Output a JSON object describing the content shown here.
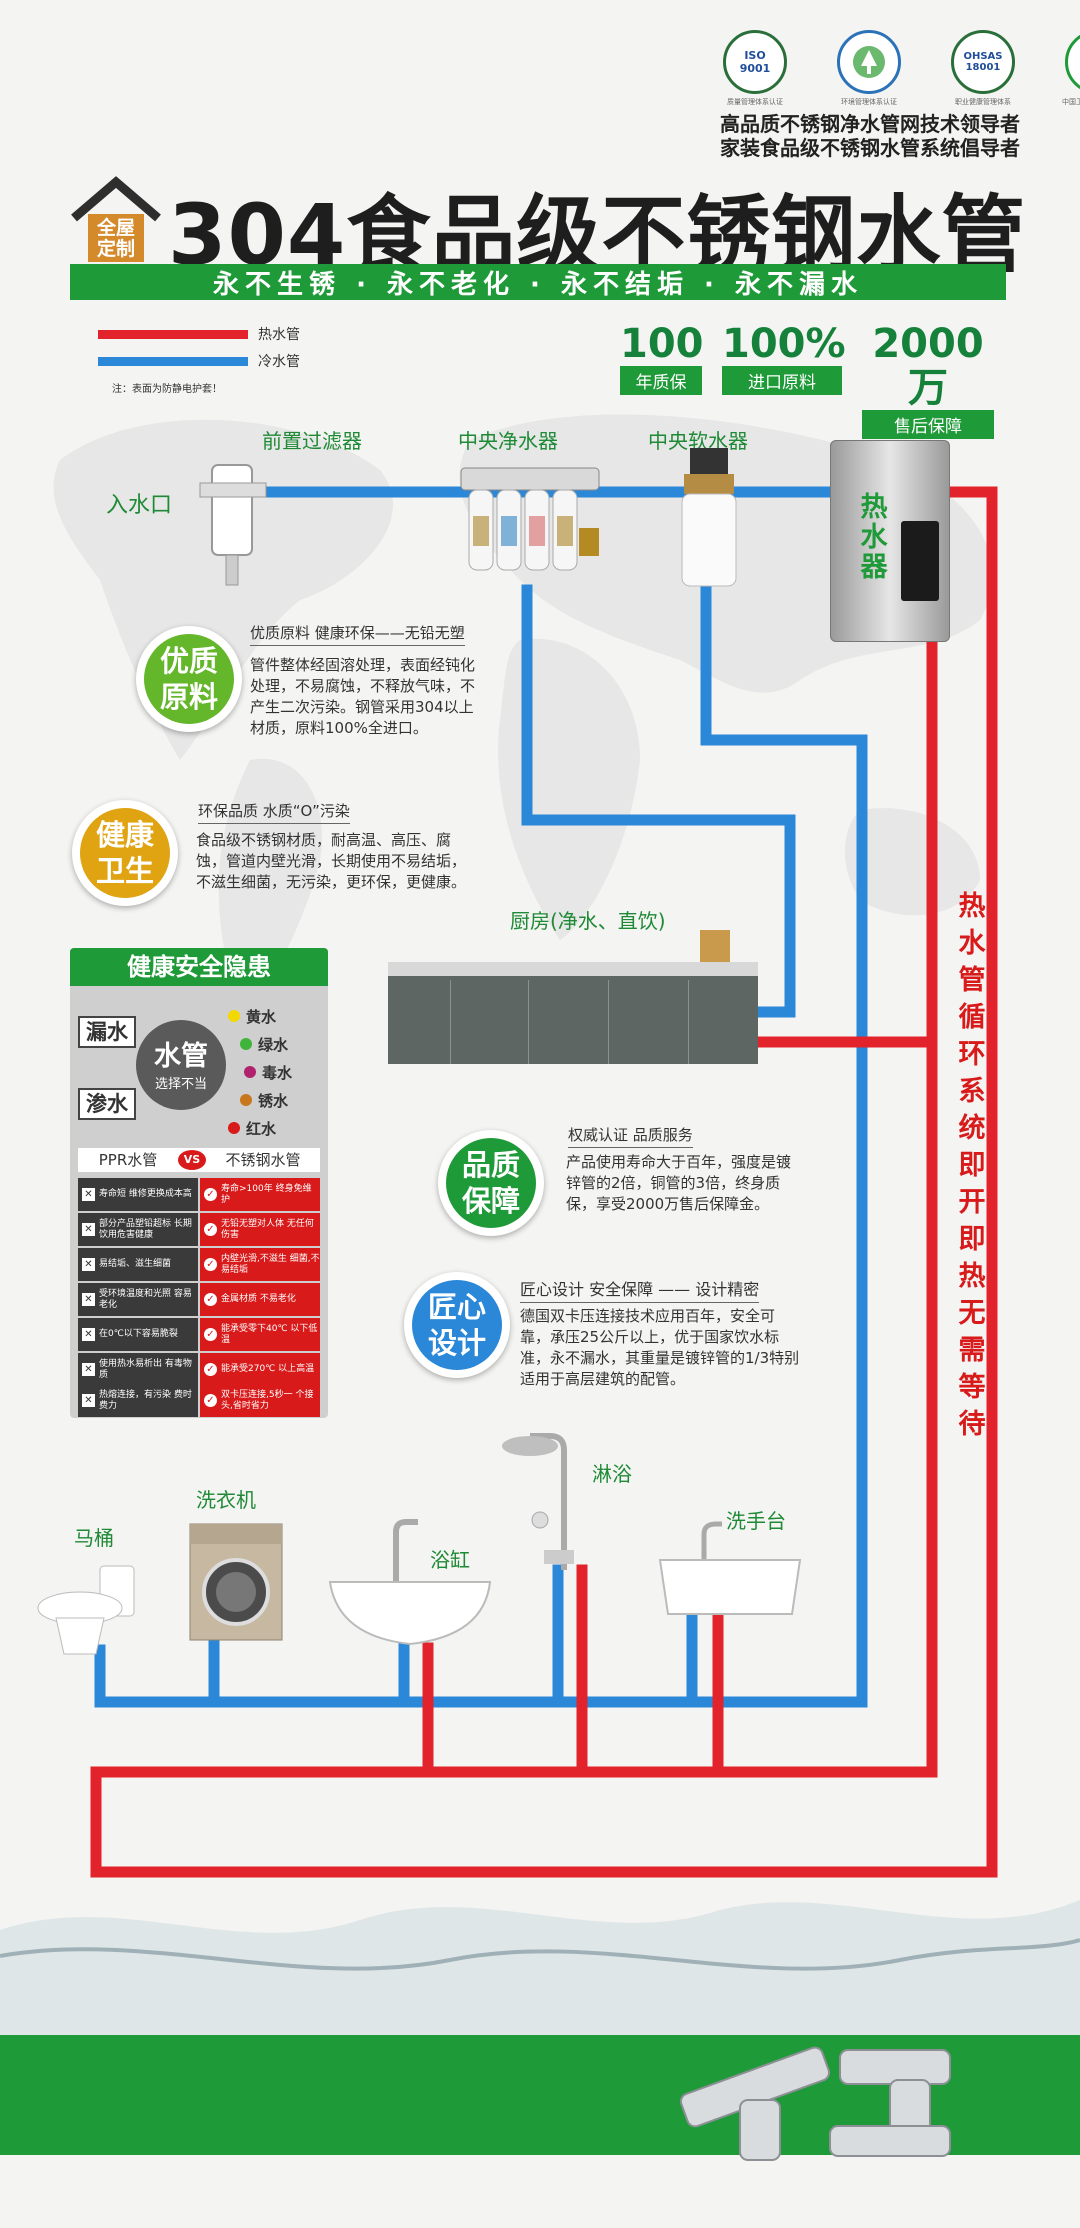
{
  "header": {
    "certs": [
      {
        "mark": "ISO 9001",
        "caption": "质量管理体系认证"
      },
      {
        "mark": "",
        "caption": "环境管理体系认证"
      },
      {
        "mark": "OHSAS 18001",
        "caption": "职业健康管理体系"
      },
      {
        "mark": "A",
        "caption": "中国卫生协会推荐产品"
      }
    ],
    "tagline_1": "高品质不锈钢净水管网技术领导者",
    "tagline_2": "家装食品级不锈钢水管系统倡导者",
    "house_text_1": "全屋",
    "house_text_2": "定制",
    "title": "304食品级不锈钢水管",
    "slogan": "永不生锈 · 永不老化 · 永不结垢 · 永不漏水"
  },
  "legend": {
    "hot": "热水管",
    "cold": "冷水管",
    "note": "注：表面为防静电护套！",
    "hot_color": "#e3232c",
    "cold_color": "#2b87d8"
  },
  "stats": [
    {
      "num": "100",
      "label": "年质保"
    },
    {
      "num": "100%",
      "label": "进口原料"
    },
    {
      "num": "2000万",
      "label": "售后保障"
    }
  ],
  "devices": {
    "inlet": "入水口",
    "pre_filter": "前置过滤器",
    "purifier": "中央净水器",
    "softener": "中央软水器",
    "heater_1": "热",
    "heater_2": "水",
    "heater_3": "器",
    "kitchen": "厨房(净水、直饮)"
  },
  "features": [
    {
      "badge_1": "优质",
      "badge_2": "原料",
      "head": "优质原料  健康环保——无铅无塑",
      "body": "管件整体经固溶处理，表面经钝化处理，不易腐蚀，不释放气味，不产生二次污染。钢管采用304以上材质，原料100%全进口。"
    },
    {
      "badge_1": "健康",
      "badge_2": "卫生",
      "head": "环保品质    水质“O”污染",
      "body": "食品级不锈钢材质，耐高温、高压、腐蚀，管道内壁光滑，长期使用不易结垢，不滋生细菌，无污染，更环保，更健康。"
    },
    {
      "badge_1": "品质",
      "badge_2": "保障",
      "head": "权威认证  品质服务",
      "body": "产品使用寿命大于百年，强度是镀锌管的2倍，铜管的3倍，终身质保，享受2000万售后保障金。"
    },
    {
      "badge_1": "匠心",
      "badge_2": "设计",
      "head": "匠心设计  安全保障 —— 设计精密",
      "body": "德国双卡压连接技术应用百年，安全可靠，承压25公斤以上，优于国家饮水标准，永不漏水，其重量是镀锌管的1/3特别适用于高层建筑的配管。"
    }
  ],
  "safety": {
    "title": "健康安全隐患",
    "leak": "漏水",
    "seep": "渗水",
    "center_1": "水管",
    "center_2": "选择不当",
    "risks": [
      {
        "label": "黄水",
        "color": "#f3d800"
      },
      {
        "label": "绿水",
        "color": "#3fb43a"
      },
      {
        "label": "毒水",
        "color": "#b0226e"
      },
      {
        "label": "锈水",
        "color": "#c8771c"
      },
      {
        "label": "红水",
        "color": "#d81a1a"
      }
    ],
    "ppr": "PPR水管",
    "vs": "VS",
    "steel": "不锈钢水管",
    "rows": [
      {
        "ppr": "寿命短 维修更换成本高",
        "steel": "寿命>100年 终身免维护"
      },
      {
        "ppr": "部分产品塑铅超标 长期饮用危害健康",
        "steel": "无铅无塑对人体 无任何伤害"
      },
      {
        "ppr": "易结垢、滋生细菌",
        "steel": "内壁光滑,不滋生 细菌,不易结垢"
      },
      {
        "ppr": "受环境温度和光照 容易老化",
        "steel": "金属材质 不易老化"
      },
      {
        "ppr": "在0℃以下容易脆裂",
        "steel": "能承受零下40℃ 以下低温"
      },
      {
        "ppr": "使用热水易析出 有毒物质",
        "steel": "能承受270℃ 以上高温"
      },
      {
        "ppr": "热熔连接，有污染 费时费力",
        "steel": "双卡压连接,5秒一 个接头,省时省力"
      }
    ]
  },
  "fixtures": {
    "toilet": "马桶",
    "washer": "洗衣机",
    "bathtub": "浴缸",
    "shower": "淋浴",
    "basin": "洗手台"
  },
  "side_text": "热水管循环系统 即开即热 无需等待"
}
